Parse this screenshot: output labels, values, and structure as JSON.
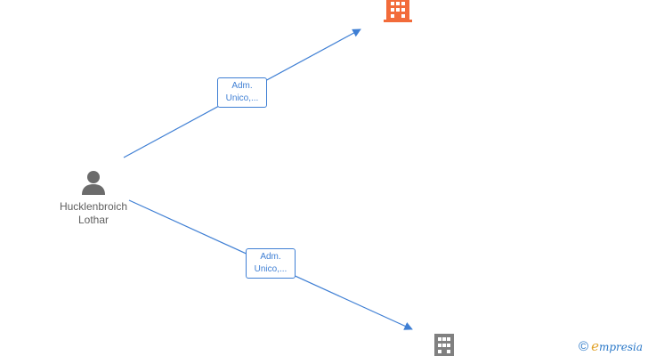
{
  "person": {
    "name_line1": "Hucklenbroich",
    "name_line2": "Lothar",
    "icon": "person-icon"
  },
  "companies": [
    {
      "icon": "building-icon",
      "color": "#f26b3a"
    },
    {
      "icon": "building-icon",
      "color": "#808080"
    }
  ],
  "edges": [
    {
      "line1": "Adm.",
      "line2": "Unico,..."
    },
    {
      "line1": "Adm.",
      "line2": "Unico,..."
    }
  ],
  "colors": {
    "edge": "#3f7fd4",
    "person": "#6b6b6b"
  },
  "watermark": {
    "symbol": "©",
    "brand_first": "e",
    "brand_rest": "mpresia"
  }
}
